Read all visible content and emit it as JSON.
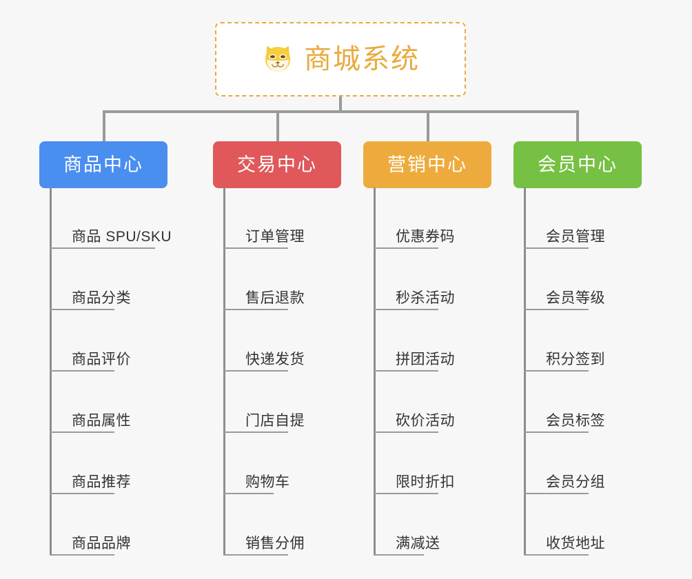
{
  "diagram": {
    "title": "商城系统",
    "root_icon": "shiba-dog-icon",
    "background_color": "#f7f7f7",
    "root_border_color": "#e8a940",
    "root_text_color": "#e8ab3f",
    "connector_color": "#9a9a9a",
    "columns": [
      {
        "id": "product-center",
        "label": "商品中心",
        "color": "#4a8ef0",
        "items": [
          "商品 SPU/SKU",
          "商品分类",
          "商品评价",
          "商品属性",
          "商品推荐",
          "商品品牌"
        ]
      },
      {
        "id": "trade-center",
        "label": "交易中心",
        "color": "#e0585a",
        "items": [
          "订单管理",
          "售后退款",
          "快递发货",
          "门店自提",
          "购物车",
          "销售分佣"
        ]
      },
      {
        "id": "marketing-center",
        "label": "营销中心",
        "color": "#eeab3d",
        "items": [
          "优惠券码",
          "秒杀活动",
          "拼团活动",
          "砍价活动",
          "限时折扣",
          "满减送"
        ]
      },
      {
        "id": "member-center",
        "label": "会员中心",
        "color": "#76c043",
        "items": [
          "会员管理",
          "会员等级",
          "积分签到",
          "会员标签",
          "会员分组",
          "收货地址"
        ]
      }
    ]
  }
}
